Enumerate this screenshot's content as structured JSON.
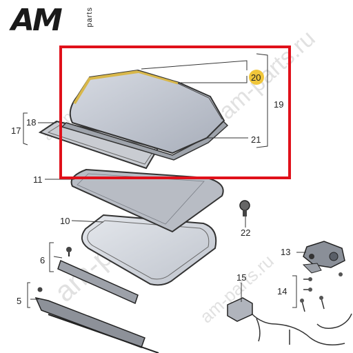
{
  "logo": {
    "am": "AM",
    "parts": "parts"
  },
  "watermarks": [
    "am-parts.ru",
    "am-parts.ru",
    "am-parts.ru",
    "am-parts.ru"
  ],
  "highlight_color": "#e0101a",
  "badge_color": "#f0c63a",
  "callouts": {
    "c20": "20",
    "c19": "19",
    "c21": "21",
    "c18": "18",
    "c17": "17",
    "c11": "11",
    "c22": "22",
    "c10": "10",
    "c13": "13",
    "c6": "6",
    "c15": "15",
    "c14": "14",
    "c5": "5"
  }
}
